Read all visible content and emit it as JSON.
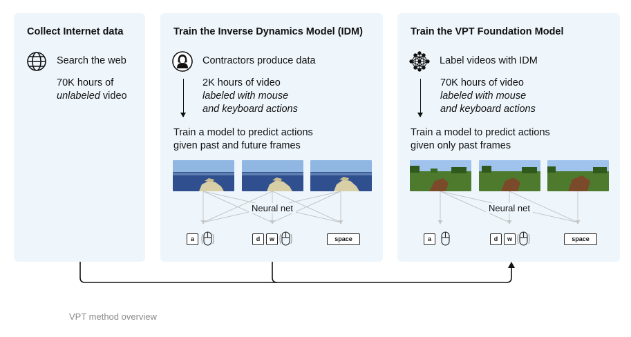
{
  "panels": {
    "collect": {
      "title": "Collect Internet data",
      "step_label": "Search the web",
      "hours_line": "70K hours of",
      "hours_italic": "unlabeled",
      "hours_suffix": " video",
      "icon": "globe-icon"
    },
    "idm": {
      "title": "Train the Inverse Dynamics Model (IDM)",
      "step_label": "Contractors produce data",
      "data_line1": "2K hours of video",
      "data_line2": "labeled with mouse",
      "data_line3": "and keyboard actions",
      "train_line1": "Train a model to predict actions",
      "train_line2": "given past and future frames",
      "network_label": "Neural net",
      "icon": "person-icon",
      "keys": {
        "a": "a",
        "d": "d",
        "w": "w",
        "space": "space"
      }
    },
    "vpt": {
      "title": "Train the VPT Foundation Model",
      "step_label": "Label videos with IDM",
      "data_line1": "70K hours of video",
      "data_line2": "labeled with mouse",
      "data_line3": "and keyboard actions",
      "train_line1": "Train a model to predict actions",
      "train_line2": "given only past frames",
      "network_label": "Neural net",
      "icon": "neural-network-icon",
      "keys": {
        "a": "a",
        "d": "d",
        "w": "w",
        "space": "space"
      }
    }
  },
  "colors": {
    "panel_bg": "#eef6fc",
    "connector": "#c4c4c4",
    "flow_line": "#111111",
    "caption": "#8a8a8a"
  },
  "caption": "VPT method overview"
}
